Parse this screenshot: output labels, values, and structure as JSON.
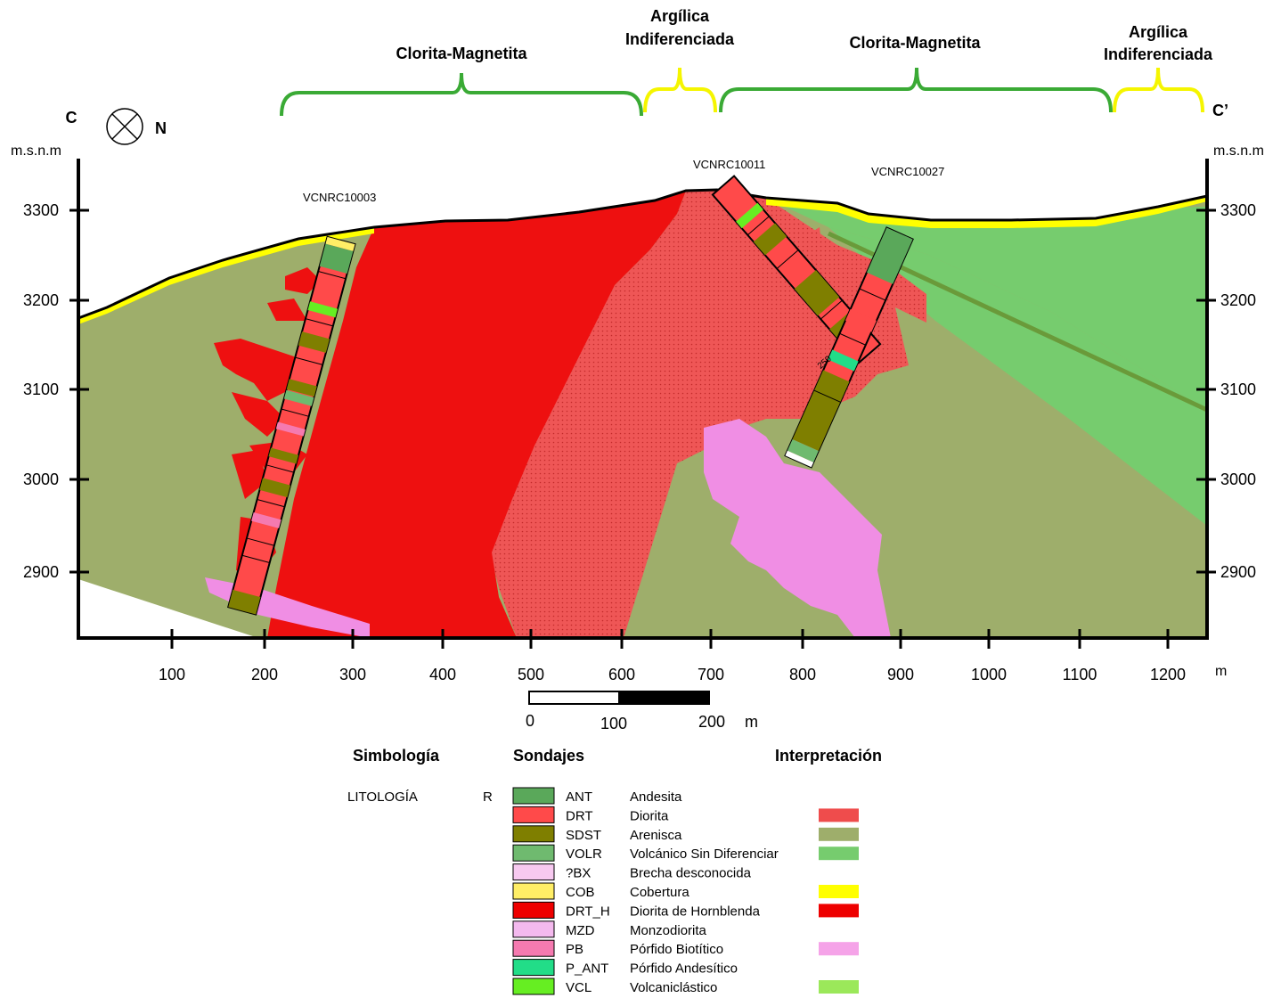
{
  "section": {
    "left_end": "C",
    "right_end": "C’",
    "north_label": "N",
    "elevation_unit": "m.s.n.m",
    "x_unit": "m",
    "x_ticks": [
      "100",
      "200",
      "300",
      "400",
      "500",
      "600",
      "700",
      "800",
      "900",
      "1000",
      "1100",
      "1200"
    ],
    "y_ticks": [
      "3300",
      "3200",
      "3100",
      "3000",
      "2900"
    ]
  },
  "zones": [
    {
      "line1": "Clorita-Magnetita",
      "line2": "",
      "color": "#3aaa35"
    },
    {
      "line1": "Argílica",
      "line2": "Indiferenciada",
      "color": "#f5f500"
    },
    {
      "line1": "Clorita-Magnetita",
      "line2": "",
      "color": "#3aaa35"
    },
    {
      "line1": "Argílica",
      "line2": "Indiferenciada",
      "color": "#f5f500"
    }
  ],
  "drillholes": [
    {
      "name": "VCNRC10003"
    },
    {
      "name": "VCNRC10011"
    },
    {
      "name": "VCNRC10027"
    }
  ],
  "drillhole_depth_label": "250",
  "scale_bar": {
    "labels": [
      "0",
      "100",
      "200"
    ],
    "unit": "m"
  },
  "legend": {
    "title_symbols": "Simbología",
    "title_holes": "Sondajes",
    "title_interp": "Interpretación",
    "group_label": "LITOLOGÍA",
    "group_code": "R",
    "items": [
      {
        "code": "ANT",
        "name": "Andesita",
        "sym": "#5aa85a",
        "interp": ""
      },
      {
        "code": "DRT",
        "name": "Diorita",
        "sym": "#ff4a4a",
        "interp": "#ef4c4c"
      },
      {
        "code": "SDST",
        "name": "Arenisca",
        "sym": "#7f7f00",
        "interp": "#9eae6b"
      },
      {
        "code": "VOLR",
        "name": "Volcánico Sin Diferenciar",
        "sym": "#6fba6f",
        "interp": "#76cc6e"
      },
      {
        "code": "?BX",
        "name": "Brecha desconocida",
        "sym": "#f7c9f0",
        "interp": ""
      },
      {
        "code": "COB",
        "name": "Cobertura",
        "sym": "#ffee66",
        "interp": "#ffff00"
      },
      {
        "code": "DRT_H",
        "name": "Diorita de Hornblenda",
        "sym": "#ee0000",
        "interp": "#ee0000"
      },
      {
        "code": "MZD",
        "name": "Monzodiorita",
        "sym": "#f4b9ee",
        "interp": ""
      },
      {
        "code": "PB",
        "name": "Pórfido Biotítico",
        "sym": "#f57ab0",
        "interp": "#f5a3e8"
      },
      {
        "code": "P_ANT",
        "name": "Pórfido Andesítico",
        "sym": "#22dd88",
        "interp": ""
      },
      {
        "code": "VCL",
        "name": "Volcaniclástico",
        "sym": "#66ee22",
        "interp": "#9be85a"
      }
    ]
  },
  "colors": {
    "sandstone_interp": "#9eae6b",
    "hornblende_diorite": "#ee1010",
    "diorite_stipple": "#ef5656",
    "volcanic": "#76cc6e",
    "porphyry": "#f08ee4",
    "cover": "#ffff00"
  }
}
